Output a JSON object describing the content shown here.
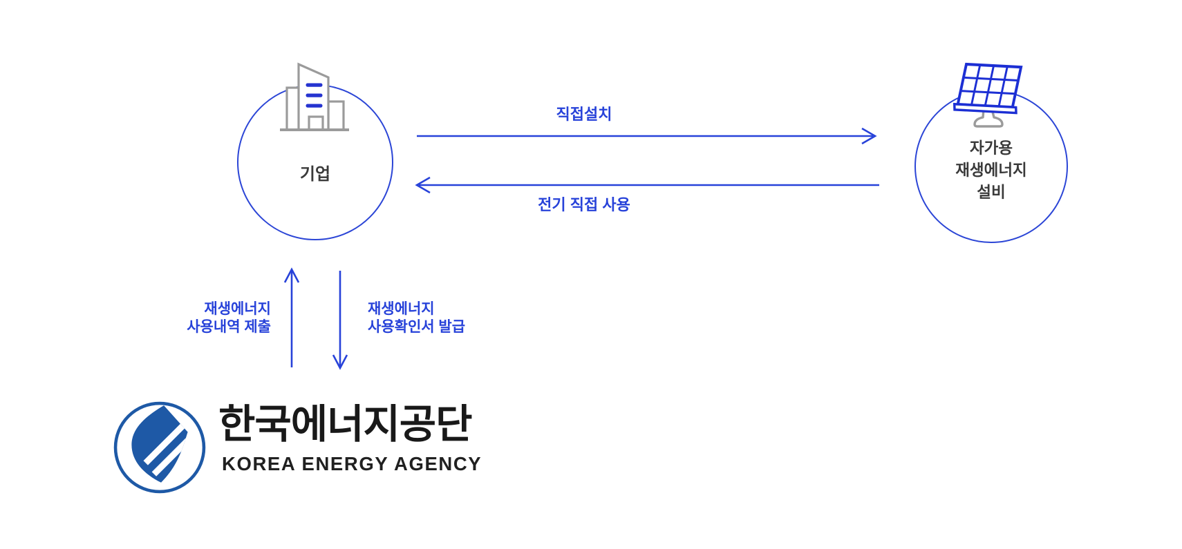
{
  "diagram_title": "",
  "nodes": {
    "company": {
      "label": "기업",
      "icon": "building-icon"
    },
    "facility": {
      "line1": "자가용",
      "line2": "재생에너지",
      "line3": "설비",
      "icon": "solar-panel-icon"
    }
  },
  "flows": {
    "direct_install": {
      "label": "직접설치",
      "direction": "company → facility"
    },
    "direct_use": {
      "label": "전기 직접 사용",
      "direction": "facility → company"
    },
    "submit_usage": {
      "line1": "재생에너지",
      "line2": "사용내역 제출",
      "direction": "company → agency"
    },
    "issue_certificate": {
      "line1": "재생에너지",
      "line2": "사용확인서 발급",
      "direction": "agency → company"
    }
  },
  "agency": {
    "name_ko": "한국에너지공단",
    "name_en": "KOREA ENERGY AGENCY",
    "icon": "kea-emblem"
  },
  "colors": {
    "accent_blue": "#2742d9",
    "circle_blue": "#2b45d6",
    "panel_blue": "#1c2fd4",
    "window_blue": "#2533d0",
    "emblem_blue": "#1e59a6",
    "icon_gray": "#9b9b9b",
    "node_text": "#3a3a3a",
    "logo_text": "#191919"
  }
}
